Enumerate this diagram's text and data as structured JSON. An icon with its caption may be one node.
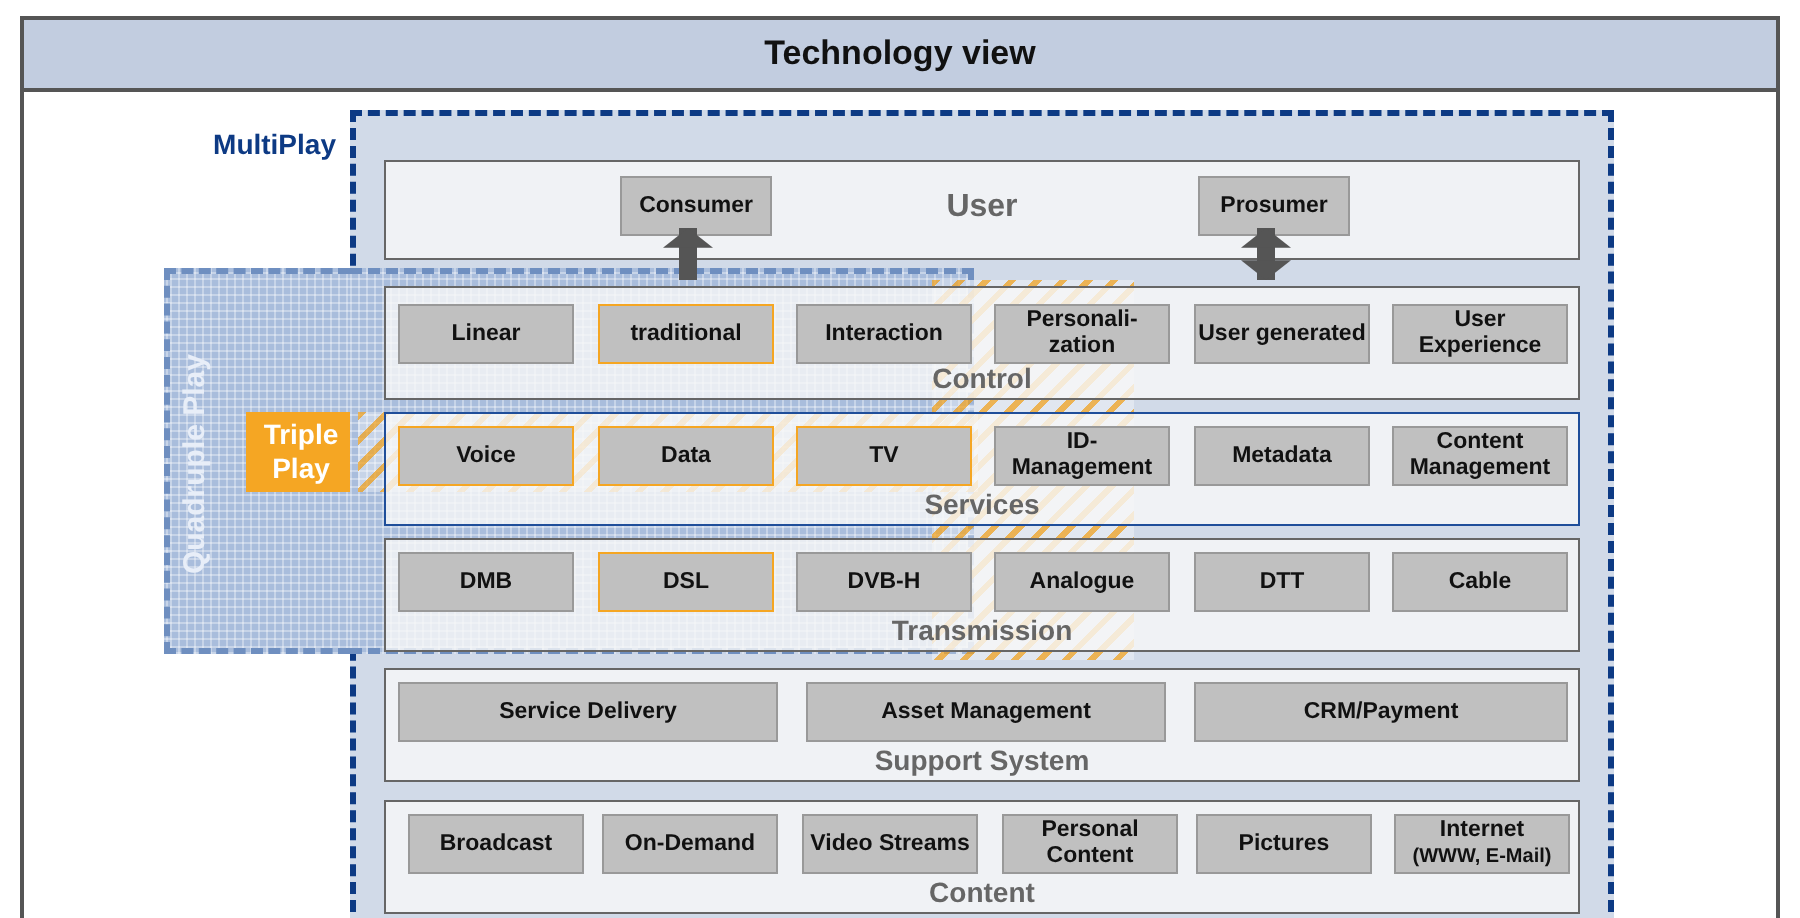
{
  "diagram": {
    "title": "Technology view",
    "nodes": [
      {
        "text": [
          "MultiPlay"
        ]
      },
      {
        "text": [
          "User"
        ],
        "in": 0
      },
      {
        "text": [
          "Consumer"
        ],
        "in": 1
      },
      {
        "text": [
          "Prosumer"
        ],
        "in": 1
      },
      {
        "text": [
          "Control"
        ],
        "in": 0
      },
      {
        "text": [
          "Linear"
        ],
        "in": 4
      },
      {
        "text": [
          "traditional"
        ],
        "in": 4
      },
      {
        "text": [
          "Interaction"
        ],
        "in": 4
      },
      {
        "text": [
          "Personali- zation"
        ],
        "in": 4
      },
      {
        "text": [
          "User generated"
        ],
        "in": 4
      },
      {
        "text": [
          "User Experience"
        ],
        "in": 4
      },
      {
        "text": [
          "Services"
        ],
        "in": 0
      },
      {
        "text": [
          "Voice"
        ],
        "in": 11
      },
      {
        "text": [
          "Data"
        ],
        "in": 11
      },
      {
        "text": [
          "TV"
        ],
        "in": 11
      },
      {
        "text": [
          "ID- Management"
        ],
        "in": 11
      },
      {
        "text": [
          "Metadata"
        ],
        "in": 11
      },
      {
        "text": [
          "Content Management"
        ],
        "in": 11
      },
      {
        "text": [
          "Transmission"
        ],
        "in": 0
      },
      {
        "text": [
          "DMB"
        ],
        "in": 18
      },
      {
        "text": [
          "DSL"
        ],
        "in": 18
      },
      {
        "text": [
          "DVB-H"
        ],
        "in": 18
      },
      {
        "text": [
          "Analogue"
        ],
        "in": 18
      },
      {
        "text": [
          "DTT"
        ],
        "in": 18
      },
      {
        "text": [
          "Cable"
        ],
        "in": 18
      },
      {
        "text": [
          "Support System"
        ],
        "in": 0
      },
      {
        "text": [
          "Service Delivery"
        ],
        "in": 25
      },
      {
        "text": [
          "Asset Management"
        ],
        "in": 25
      },
      {
        "text": [
          "CRM/Payment"
        ],
        "in": 25
      },
      {
        "text": [
          "Content"
        ],
        "in": 0
      },
      {
        "text": [
          "Broadcast"
        ],
        "in": 29
      },
      {
        "text": [
          "On-Demand"
        ],
        "in": 29
      },
      {
        "text": [
          "Video Streams"
        ],
        "in": 29
      },
      {
        "text": [
          "Personal Content"
        ],
        "in": 29
      },
      {
        "text": [
          "Pictures"
        ],
        "in": 29
      },
      {
        "text": [
          "Internet",
          "(WWW, E-Mail)"
        ],
        "in": 29
      },
      {
        "text": [
          "Quadruple Play"
        ]
      },
      {
        "text": [
          "Triple Play"
        ],
        "in": 36
      }
    ],
    "edges": [
      {
        "from": 4,
        "to": 2,
        "arrow": "to"
      },
      {
        "from": 4,
        "to": 3,
        "arrow": "both"
      }
    ]
  }
}
